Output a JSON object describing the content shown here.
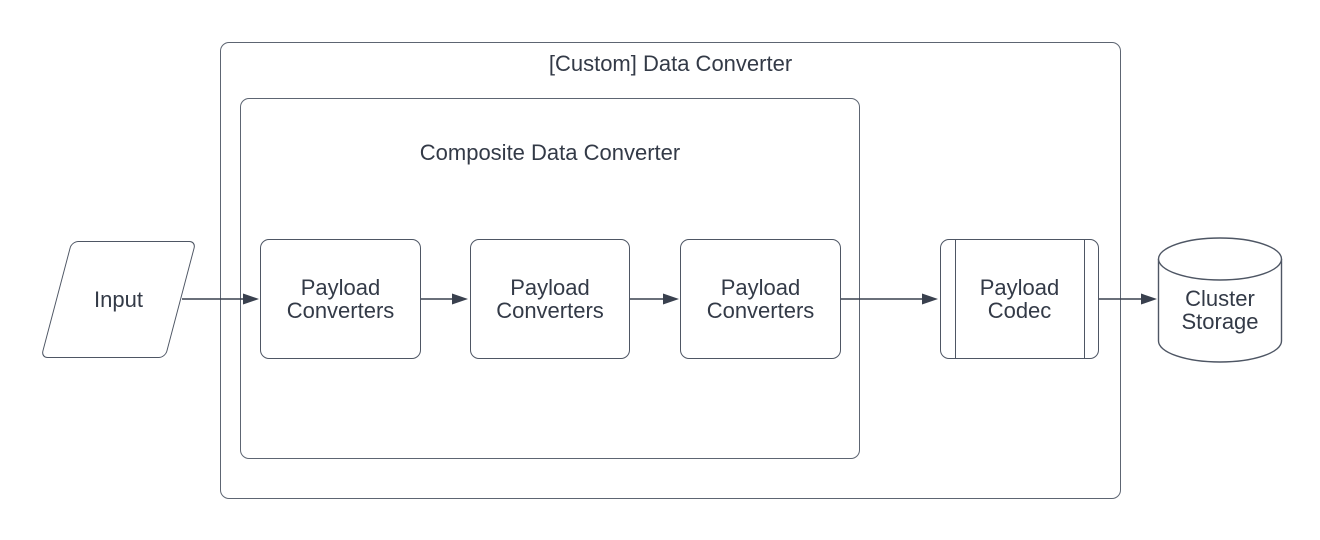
{
  "diagram": {
    "type": "flowchart",
    "colors": {
      "background": "#ffffff",
      "node_fill": "#ffffff",
      "stroke": "#4e5664",
      "arrow": "#39404e",
      "text": "#333a47"
    },
    "containers": [
      {
        "id": "custom-data-converter",
        "label": "[Custom] Data Converter"
      },
      {
        "id": "composite-data-converter",
        "label": "Composite Data Converter"
      }
    ],
    "nodes": [
      {
        "id": "input",
        "shape": "parallelogram",
        "label": "Input"
      },
      {
        "id": "payload-converters-1",
        "shape": "rounded-rectangle",
        "label": "Payload Converters"
      },
      {
        "id": "payload-converters-2",
        "shape": "rounded-rectangle",
        "label": "Payload Converters"
      },
      {
        "id": "payload-converters-3",
        "shape": "rounded-rectangle",
        "label": "Payload Converters"
      },
      {
        "id": "payload-codec",
        "shape": "predefined-process",
        "label": "Payload Codec"
      },
      {
        "id": "cluster-storage",
        "shape": "cylinder",
        "label": "Cluster Storage"
      }
    ],
    "connectors": [
      {
        "from": "input",
        "to": "payload-converters-1"
      },
      {
        "from": "payload-converters-1",
        "to": "payload-converters-2"
      },
      {
        "from": "payload-converters-2",
        "to": "payload-converters-3"
      },
      {
        "from": "payload-converters-3",
        "to": "payload-codec"
      },
      {
        "from": "payload-codec",
        "to": "cluster-storage"
      }
    ]
  }
}
